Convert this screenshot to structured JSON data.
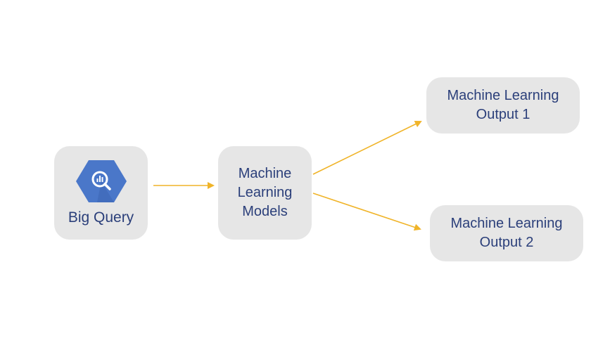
{
  "nodes": {
    "source": {
      "label": "Big Query",
      "icon": "bigquery-hexagon-icon"
    },
    "models": {
      "label": "Machine\nLearning\nModels"
    },
    "output1": {
      "label": "Machine Learning\nOutput 1"
    },
    "output2": {
      "label": "Machine Learning\nOutput 2"
    }
  },
  "colors": {
    "node_fill": "#e6e6e6",
    "text": "#2b3f7a",
    "arrow": "#f0b429",
    "icon_fill": "#4a77c9",
    "icon_dark": "#3e67b5"
  }
}
